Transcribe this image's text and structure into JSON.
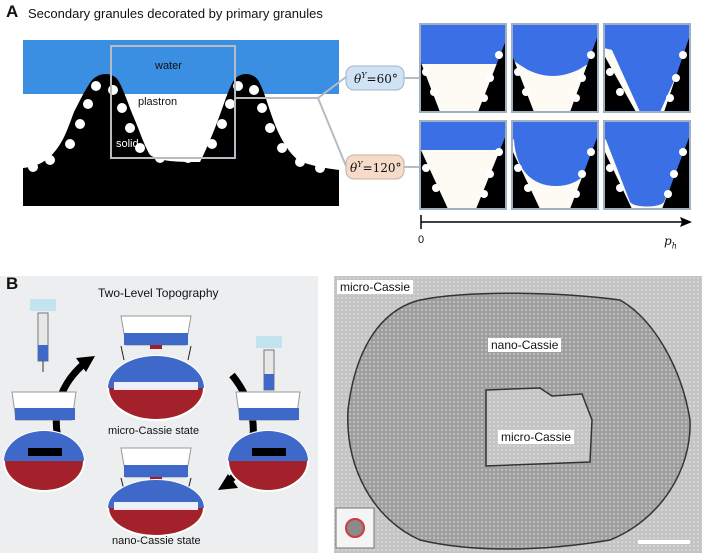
{
  "panel_a": {
    "letter": "A",
    "title": "Secondary granules decorated by primary granules",
    "labels": {
      "water": "water",
      "plastron": "plastron",
      "solid": "solid"
    },
    "theta_1": {
      "symbol": "θ",
      "superscript": "Y",
      "value": "=60°"
    },
    "theta_2": {
      "symbol": "θ",
      "superscript": "Y",
      "value": "=120°"
    },
    "axis": {
      "start": "0",
      "end_symbol": "p",
      "end_subscript": "h"
    }
  },
  "panel_b": {
    "letter": "B",
    "left_title": "Two-Level Topography",
    "state_micro": "micro-Cassie state",
    "state_nano": "nano-Cassie state",
    "micro_top_left": "micro-Cassie",
    "nano_label": "nano-Cassie",
    "micro_center": "micro-Cassie"
  },
  "colors": {
    "water": "#3b7fe0",
    "solid": "#000000",
    "bubble_60": "#cfe3f5",
    "bubble_120": "#f5dccb",
    "pillar_red": "#a11e23",
    "micrograph_bg": "#a9a9a9"
  }
}
